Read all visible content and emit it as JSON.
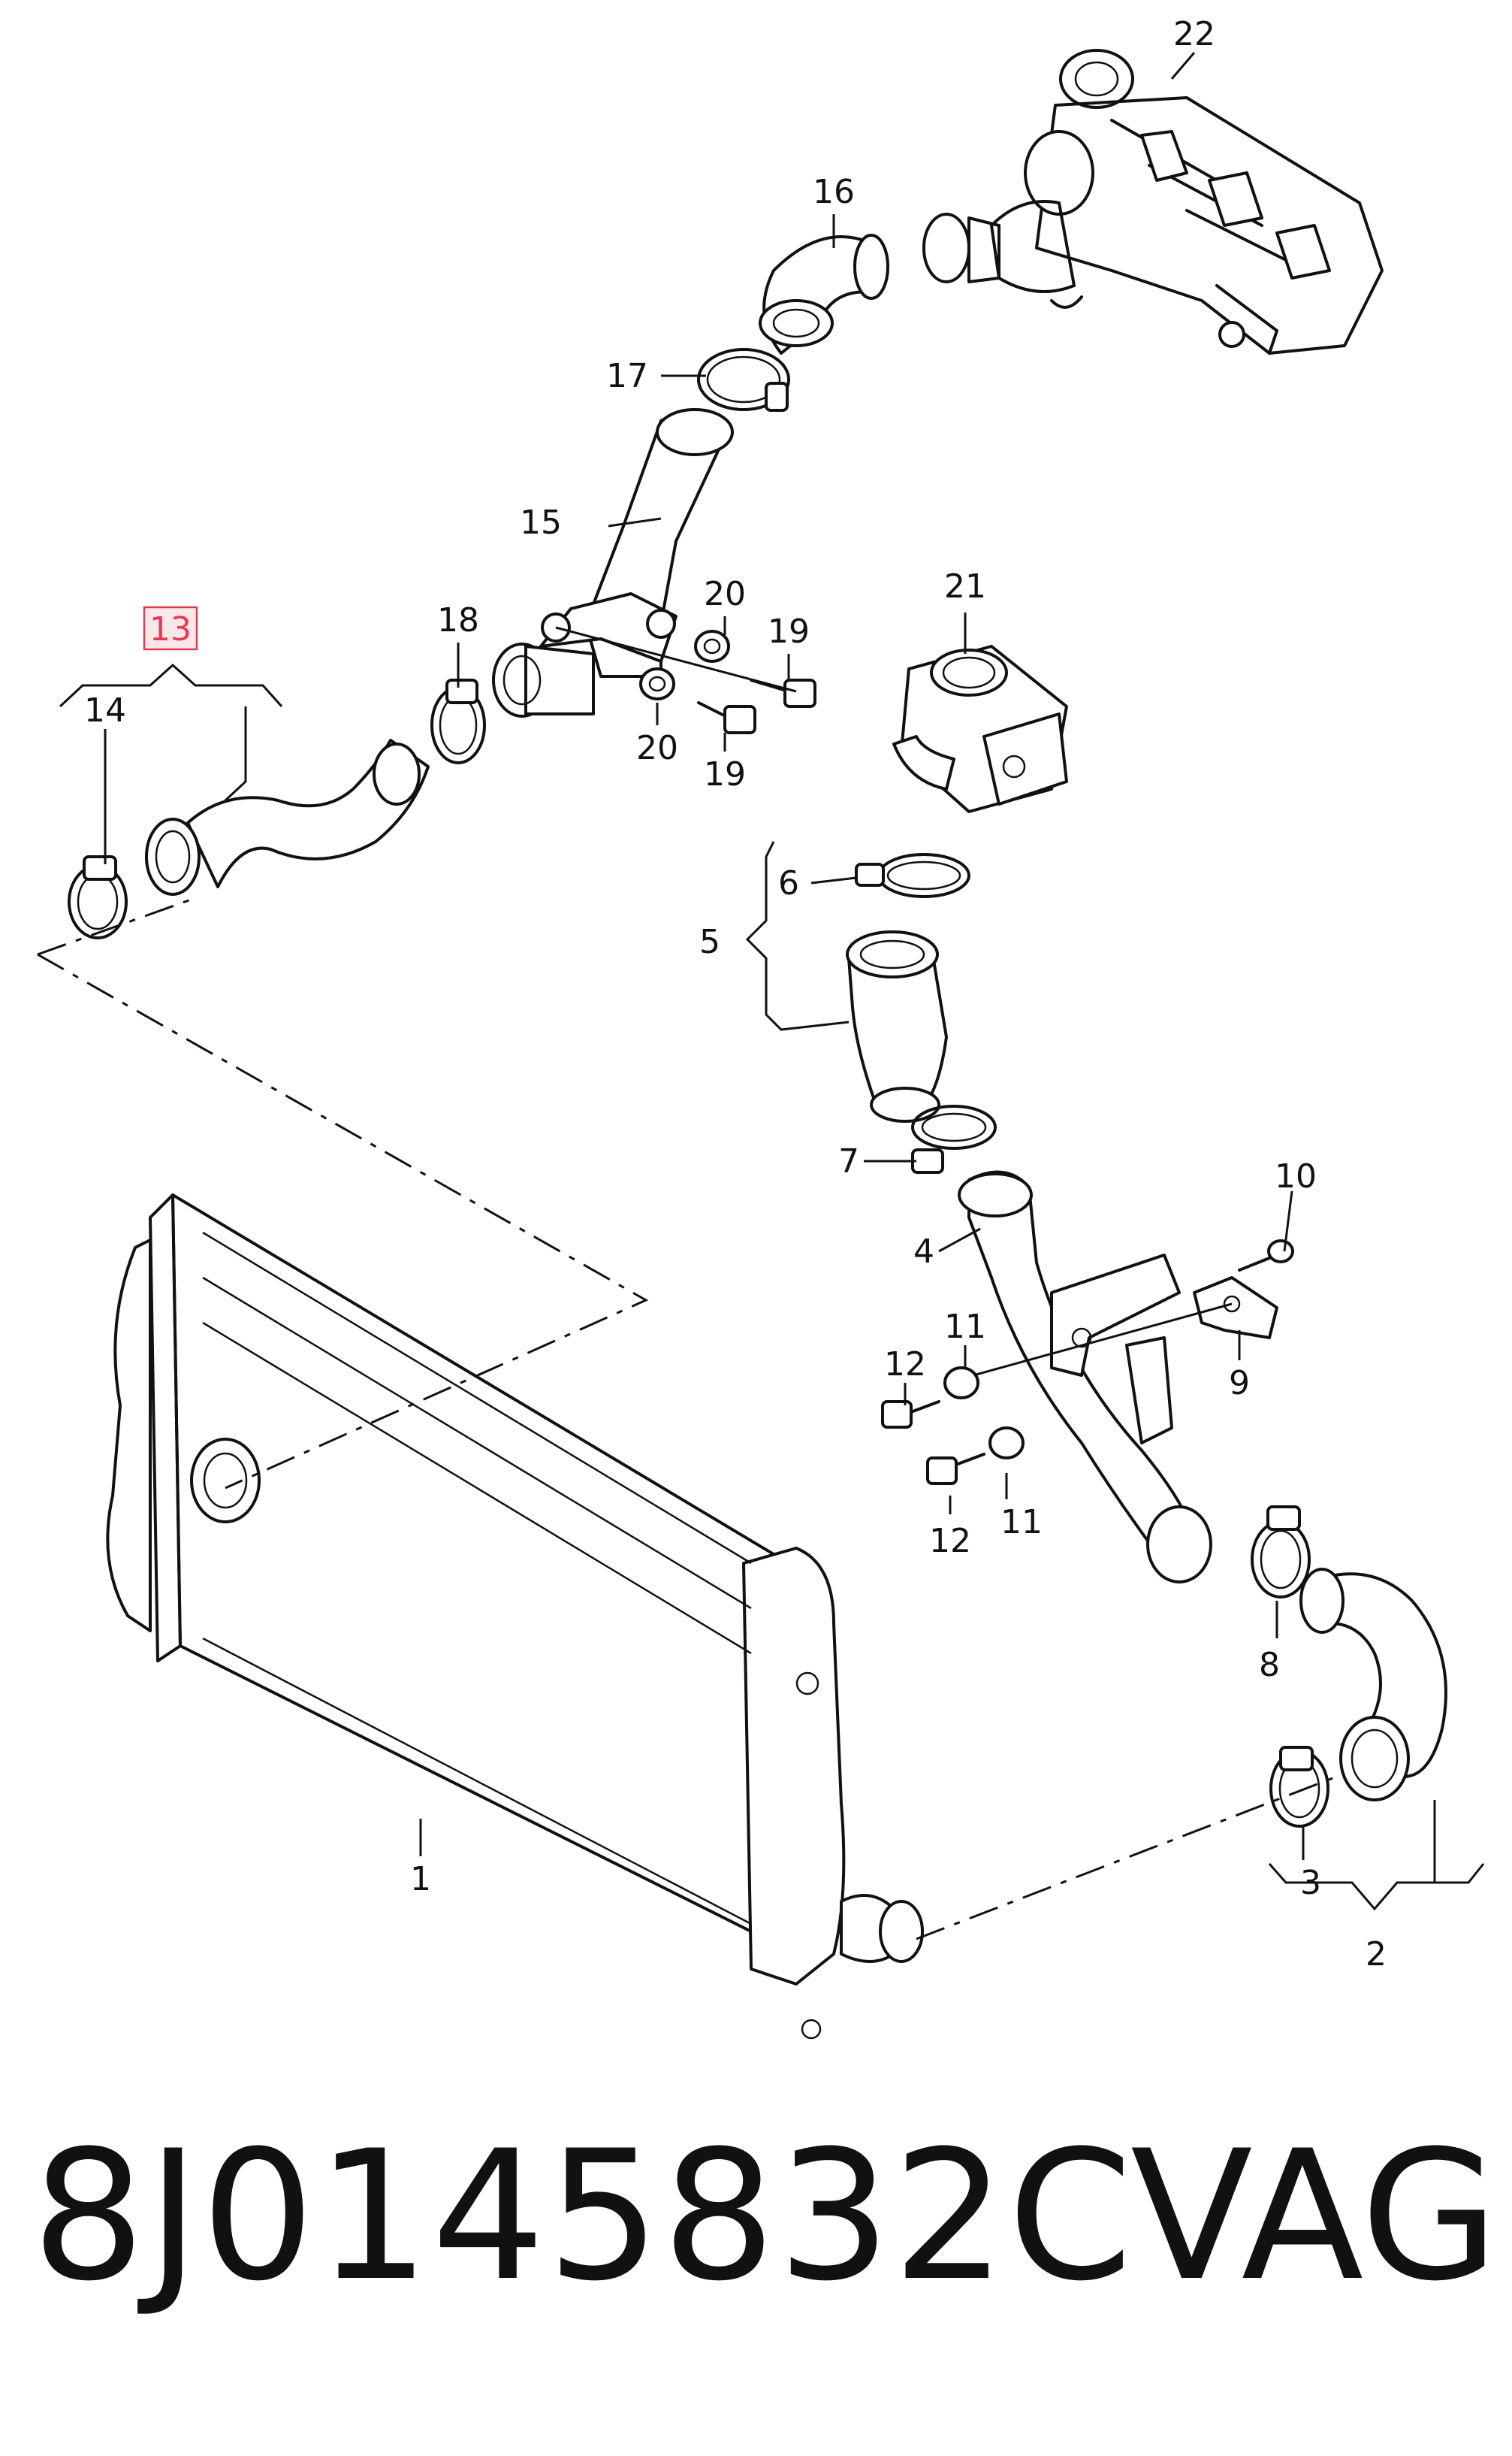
{
  "diagram": {
    "callouts": [
      {
        "id": "1",
        "text": "1"
      },
      {
        "id": "2",
        "text": "2"
      },
      {
        "id": "3",
        "text": "3"
      },
      {
        "id": "4",
        "text": "4"
      },
      {
        "id": "5",
        "text": "5"
      },
      {
        "id": "6",
        "text": "6"
      },
      {
        "id": "7",
        "text": "7"
      },
      {
        "id": "8",
        "text": "8"
      },
      {
        "id": "9",
        "text": "9"
      },
      {
        "id": "10",
        "text": "10"
      },
      {
        "id": "11a",
        "text": "11"
      },
      {
        "id": "11b",
        "text": "11"
      },
      {
        "id": "12a",
        "text": "12"
      },
      {
        "id": "12b",
        "text": "12"
      },
      {
        "id": "13",
        "text": "13",
        "highlighted": true
      },
      {
        "id": "14",
        "text": "14"
      },
      {
        "id": "15",
        "text": "15"
      },
      {
        "id": "16",
        "text": "16"
      },
      {
        "id": "17",
        "text": "17"
      },
      {
        "id": "18",
        "text": "18"
      },
      {
        "id": "19a",
        "text": "19"
      },
      {
        "id": "19b",
        "text": "19"
      },
      {
        "id": "20a",
        "text": "20"
      },
      {
        "id": "20b",
        "text": "20"
      },
      {
        "id": "21",
        "text": "21"
      },
      {
        "id": "22",
        "text": "22"
      }
    ],
    "highlight_color": "#e23b52"
  },
  "footer": {
    "part_number": "8J0145832C",
    "brand": "VAG"
  }
}
